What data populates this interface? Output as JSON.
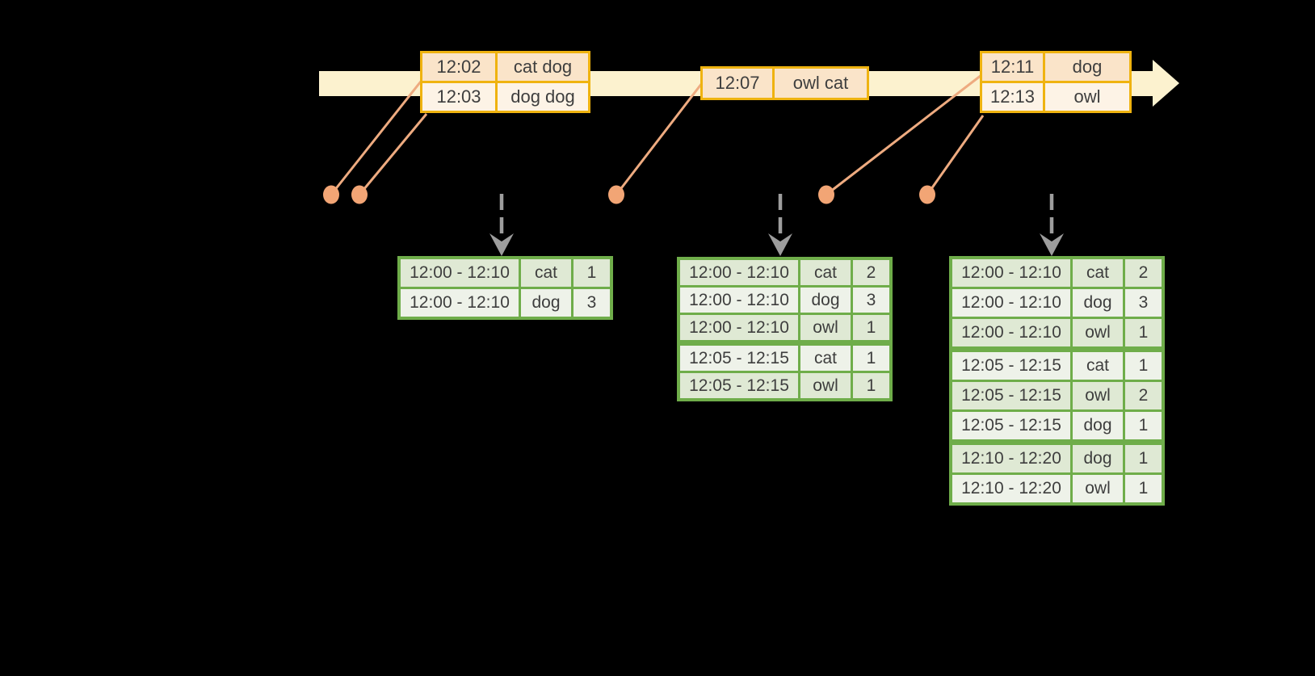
{
  "timeline": {
    "event_boxes": [
      {
        "rows": [
          {
            "time": "12:02",
            "words": "cat dog"
          },
          {
            "time": "12:03",
            "words": "dog dog"
          }
        ]
      },
      {
        "rows": [
          {
            "time": "12:07",
            "words": "owl cat"
          }
        ]
      },
      {
        "rows": [
          {
            "time": "12:11",
            "words": "dog"
          },
          {
            "time": "12:13",
            "words": "owl"
          }
        ]
      }
    ]
  },
  "result_tables": [
    {
      "rows": [
        {
          "window": "12:00 - 12:10",
          "word": "cat",
          "count": "1"
        },
        {
          "window": "12:00 - 12:10",
          "word": "dog",
          "count": "3"
        }
      ]
    },
    {
      "rows": [
        {
          "window": "12:00 - 12:10",
          "word": "cat",
          "count": "2"
        },
        {
          "window": "12:00 - 12:10",
          "word": "dog",
          "count": "3"
        },
        {
          "window": "12:00 - 12:10",
          "word": "owl",
          "count": "1"
        },
        {
          "window": "12:05 - 12:15",
          "word": "cat",
          "count": "1"
        },
        {
          "window": "12:05 - 12:15",
          "word": "owl",
          "count": "1"
        }
      ]
    },
    {
      "rows": [
        {
          "window": "12:00 - 12:10",
          "word": "cat",
          "count": "2"
        },
        {
          "window": "12:00 - 12:10",
          "word": "dog",
          "count": "3"
        },
        {
          "window": "12:00 - 12:10",
          "word": "owl",
          "count": "1"
        },
        {
          "window": "12:05 - 12:15",
          "word": "cat",
          "count": "1"
        },
        {
          "window": "12:05 - 12:15",
          "word": "owl",
          "count": "2"
        },
        {
          "window": "12:05 - 12:15",
          "word": "dog",
          "count": "1"
        },
        {
          "window": "12:10 - 12:20",
          "word": "dog",
          "count": "1"
        },
        {
          "window": "12:10 - 12:20",
          "word": "owl",
          "count": "1"
        }
      ]
    }
  ],
  "icons": {
    "timeline_arrowhead": "right-arrowhead",
    "event_marker": "filled-dot",
    "trigger_arrow": "dashed-down-arrow"
  },
  "colors": {
    "background": "#000000",
    "cream": "#fcf2cf",
    "gold": "#efb310",
    "peach_dark": "#fae4c9",
    "peach_light": "#fdf3e6",
    "salmon": "#f2a575",
    "salmon_line": "#eeab80",
    "gray": "#9d9d9d",
    "green": "#6fad4a",
    "green_row_dark": "#dfe9d4",
    "green_row_light": "#eef2e9",
    "text": "#3e3e3e"
  }
}
